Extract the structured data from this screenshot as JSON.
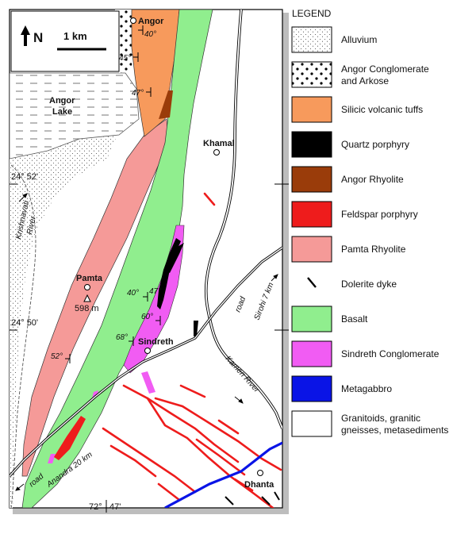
{
  "map": {
    "north_label": "N",
    "scale_label": "1 km",
    "places": {
      "angor": "Angor",
      "angor_lake_1": "Angor",
      "angor_lake_2": "Lake",
      "khamal": "Khamal",
      "pamta": "Pamta",
      "pamta_elev": "598 m",
      "sindreth": "Sindreth",
      "dhanta": "Dhanta"
    },
    "rivers": {
      "krishnavati_1": "Krishnavati",
      "krishnavati_2": "River",
      "kameri": "Kameri River"
    },
    "roads": {
      "road_ne": "road",
      "sirohi": "Sirohi 7 km",
      "road_sw": "road",
      "anandra": "Anandra 20 km"
    },
    "dips": [
      "40°",
      "45°",
      "47°",
      "40°",
      "47°",
      "60°",
      "68°",
      "52°"
    ],
    "coords": {
      "lat_52_left": "24° 52'",
      "lat_50_left": "24° 50'",
      "lon_72": "72°",
      "lon_47": "47'"
    }
  },
  "legend": {
    "title": "LEGEND",
    "items": [
      {
        "label": "Alluvium",
        "color": "#ffffff",
        "pattern": "fine-dots"
      },
      {
        "label": "Angor Conglomerate",
        "label2": "and Arkose",
        "color": "#ffffff",
        "pattern": "coarse-dots"
      },
      {
        "label": "Silicic volcanic tuffs",
        "color": "#f79a5c",
        "pattern": "solid"
      },
      {
        "label": "Quartz porphyry",
        "color": "#000000",
        "pattern": "solid"
      },
      {
        "label": "Angor Rhyolite",
        "color": "#9a3c0a",
        "pattern": "solid"
      },
      {
        "label": "Feldspar porphyry",
        "color": "#ee1c1c",
        "pattern": "solid"
      },
      {
        "label": "Pamta Rhyolite",
        "color": "#f59a98",
        "pattern": "solid"
      },
      {
        "label": "Dolerite dyke",
        "color": "#000000",
        "pattern": "dyke"
      },
      {
        "label": "Basalt",
        "color": "#90ee8e",
        "pattern": "solid"
      },
      {
        "label": "Sindreth Conglomerate",
        "color": "#f15cf3",
        "pattern": "solid"
      },
      {
        "label": "Metagabbro",
        "color": "#0a14e6",
        "pattern": "solid"
      },
      {
        "label": "Granitoids, granitic",
        "label2": "gneisses, metasediments",
        "color": "#ffffff",
        "pattern": "solid"
      }
    ]
  }
}
